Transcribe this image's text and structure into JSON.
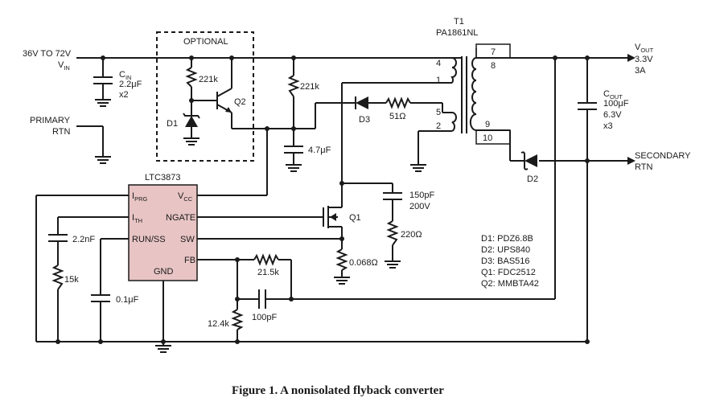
{
  "caption": "Figure 1. A nonisolated flyback converter",
  "input": {
    "line1": "36V TO 72V",
    "line2_main": "V",
    "line2_sub": "IN"
  },
  "primary_rtn": {
    "line1": "PRIMARY",
    "line2": "RTN"
  },
  "secondary_rtn": {
    "line1": "SECONDARY",
    "line2": "RTN"
  },
  "cin": {
    "name_main": "C",
    "name_sub": "IN",
    "value": "2.2μF",
    "qty": "x2"
  },
  "optional_label": "OPTIONAL",
  "r_opt": "221k",
  "r_221k_2": "221k",
  "q2_label": "Q2",
  "d1_label": "D1",
  "c_47": "4.7μF",
  "d3_label": "D3",
  "r_51": "51Ω",
  "transformer": {
    "name": "T1",
    "part": "PA1861NL",
    "pins": [
      "4",
      "1",
      "5",
      "2",
      "7",
      "8",
      "9",
      "10"
    ]
  },
  "output": {
    "main": "V",
    "sub": "OUT",
    "voltage": "3.3V",
    "current": "3A"
  },
  "cout": {
    "name_main": "C",
    "name_sub": "OUT",
    "value": "100μF",
    "voltage": "6.3V",
    "qty": "x3"
  },
  "d2_label": "D2",
  "ic": {
    "name": "LTC3873",
    "pins": {
      "iprg_main": "I",
      "iprg_sub": "PRG",
      "ith_main": "I",
      "ith_sub": "TH",
      "runss": "RUN/SS",
      "vcc_main": "V",
      "vcc_sub": "CC",
      "ngate": "NGATE",
      "sw": "SW",
      "fb": "FB",
      "gnd": "GND"
    }
  },
  "c_150": {
    "value": "150pF",
    "voltage": "200V"
  },
  "r_220": "220Ω",
  "q1_label": "Q1",
  "r_sense": "0.068Ω",
  "c_22n": "2.2nF",
  "r_15k": "15k",
  "c_01": "0.1μF",
  "r_215": "21.5k",
  "r_124": "12.4k",
  "c_100p": "100pF",
  "parts": [
    "D1: PDZ6.8B",
    "D2: UPS840",
    "D3: BAS516",
    "Q1: FDC2512",
    "Q2: MMBTA42"
  ]
}
